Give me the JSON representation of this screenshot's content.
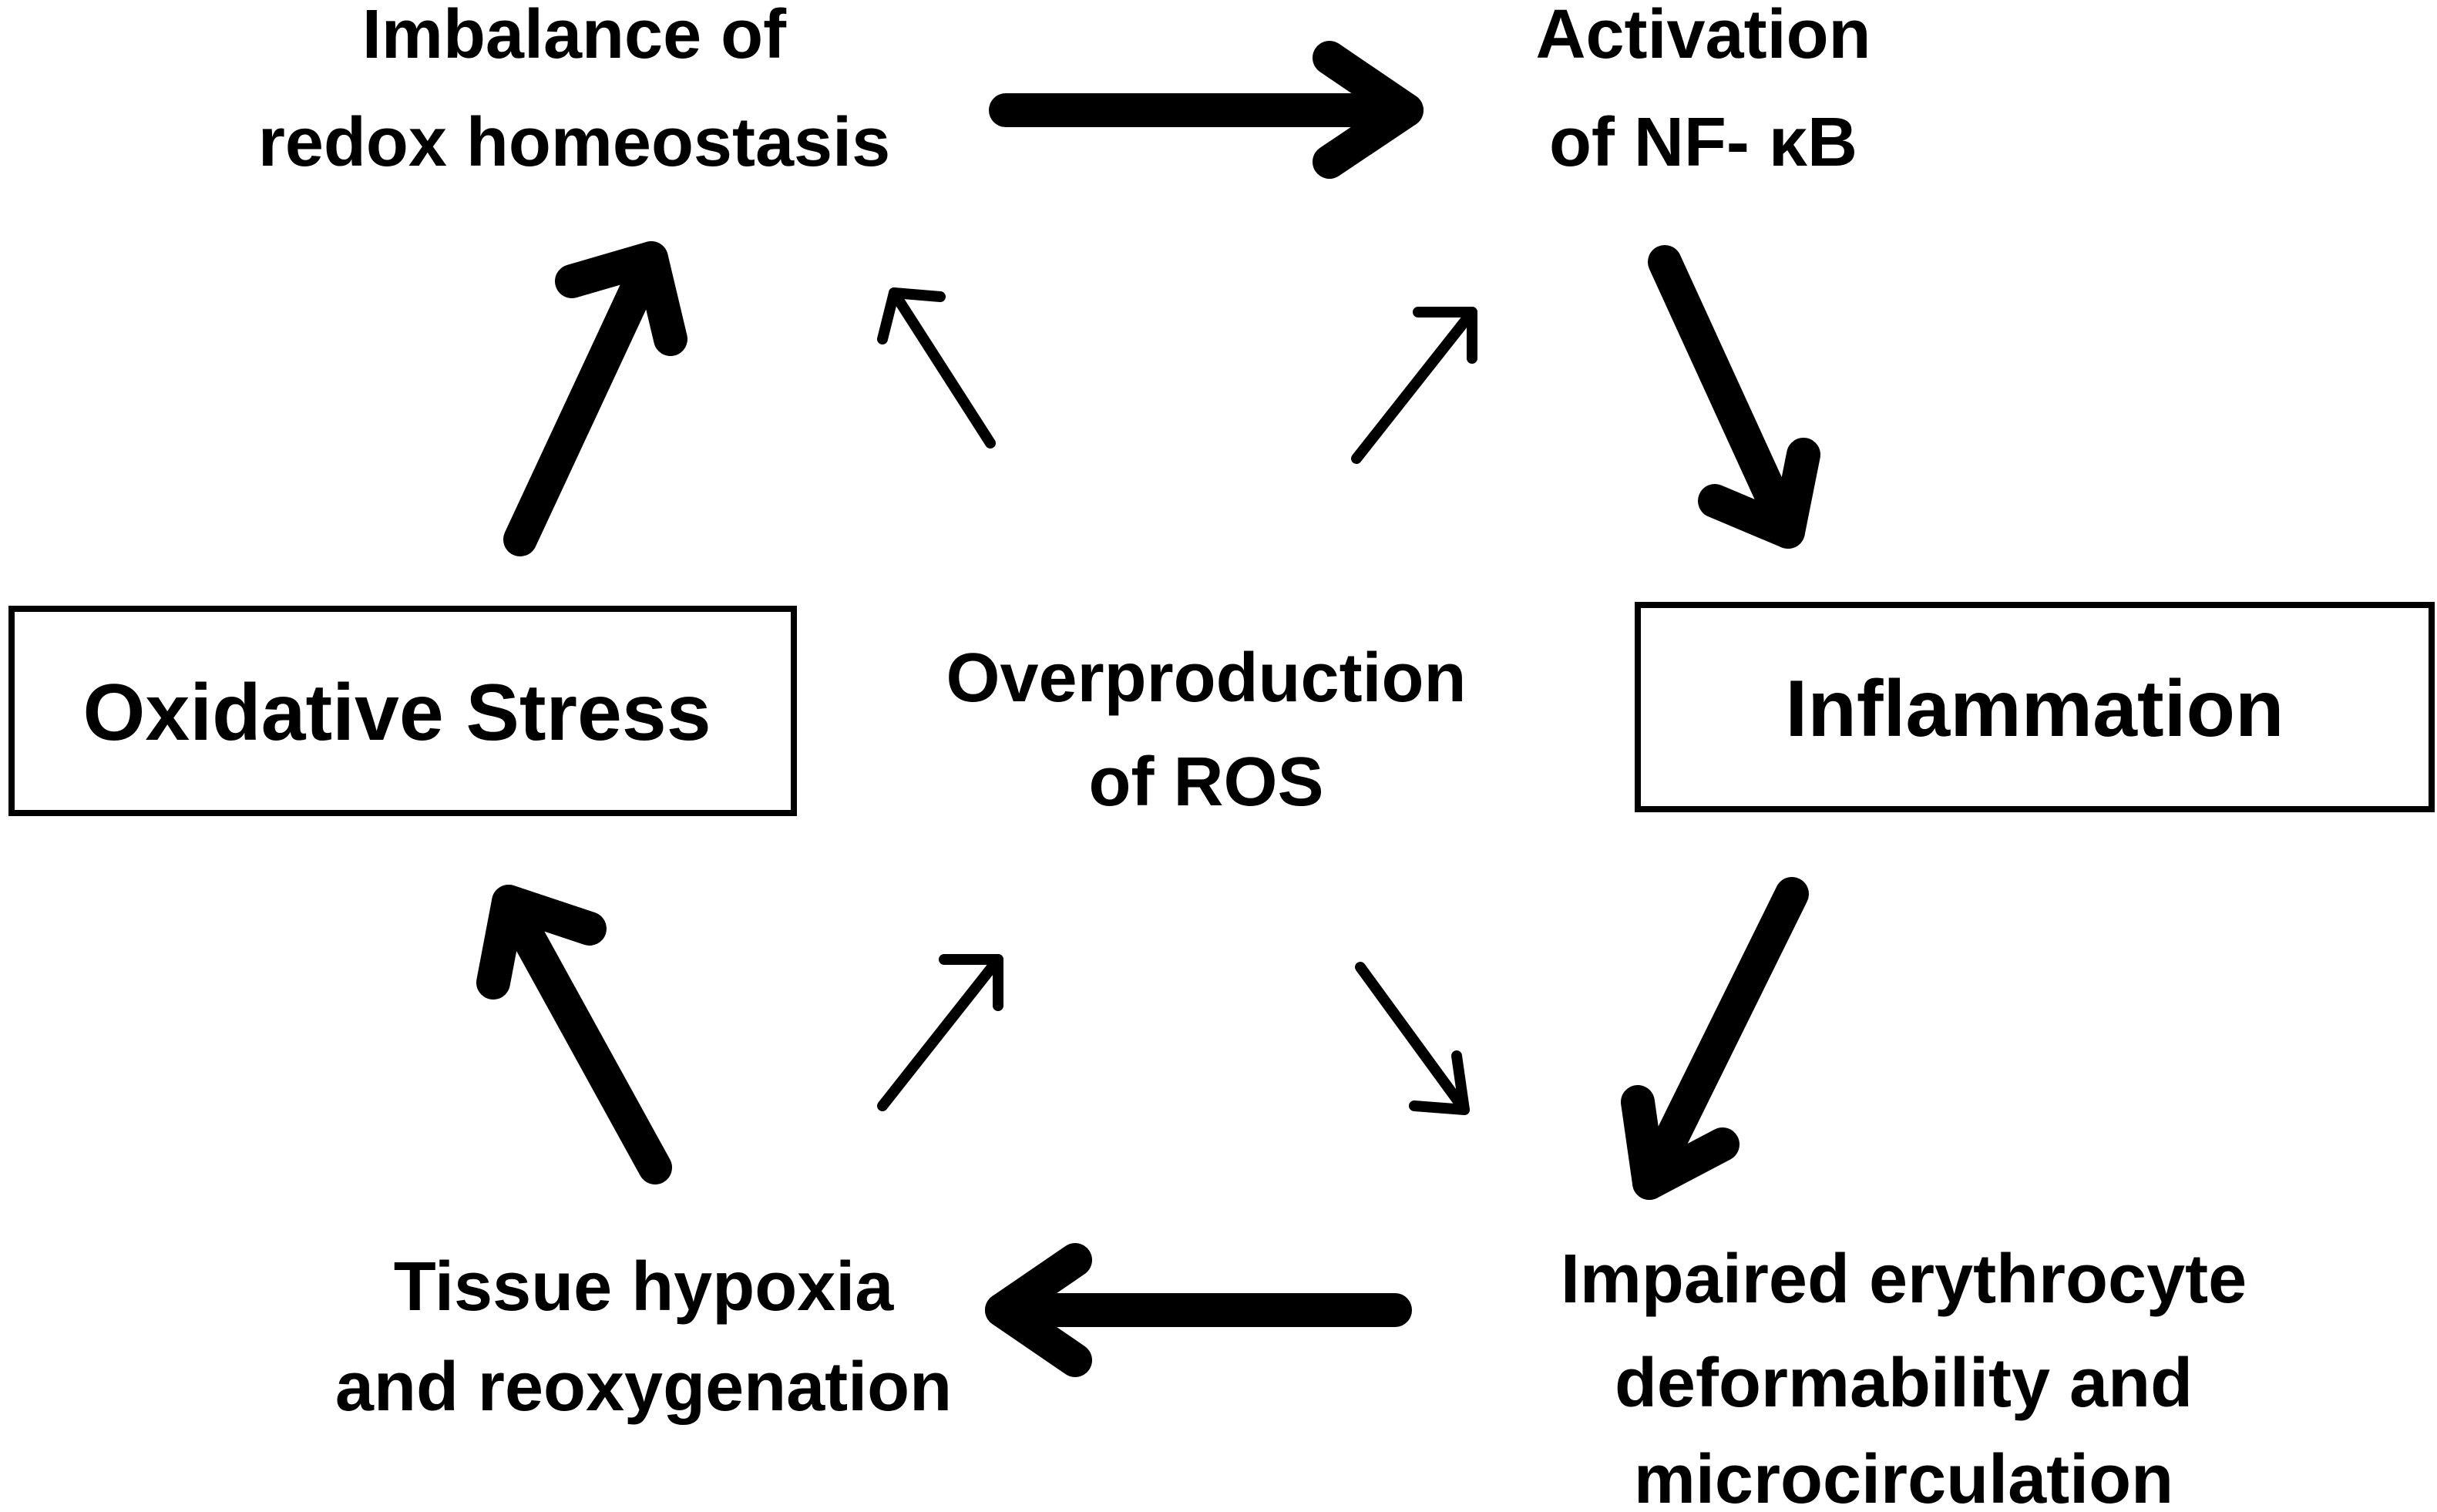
{
  "diagram": {
    "nodes": {
      "oxidative_stress": "Oxidative Stress",
      "inflammation": "Inflammation",
      "center": {
        "line1": "Overproduction",
        "line2": "of ROS"
      },
      "redox": {
        "line1": "Imbalance of",
        "line2": "redox homeostasis"
      },
      "nfkb": {
        "line1": "Activation",
        "line2": "of NF- κB"
      },
      "erythrocyte": {
        "line1": "Impaired erythrocyte",
        "line2": "deformability and",
        "line3": "microcirculation"
      },
      "hypoxia": {
        "line1": "Tissue hypoxia",
        "line2": "and reoxygenation"
      }
    },
    "edges": [
      {
        "from": "oxidative_stress",
        "to": "redox",
        "weight": "thick"
      },
      {
        "from": "redox",
        "to": "nfkb",
        "weight": "thick"
      },
      {
        "from": "nfkb",
        "to": "inflammation",
        "weight": "thick"
      },
      {
        "from": "inflammation",
        "to": "erythrocyte",
        "weight": "thick"
      },
      {
        "from": "erythrocyte",
        "to": "hypoxia",
        "weight": "thick"
      },
      {
        "from": "hypoxia",
        "to": "oxidative_stress",
        "weight": "thick"
      },
      {
        "from": "center",
        "to": "redox",
        "weight": "thin"
      },
      {
        "from": "center",
        "to": "nfkb",
        "weight": "thin"
      },
      {
        "from": "center",
        "to": "erythrocyte",
        "weight": "thin"
      },
      {
        "from": "hypoxia",
        "to": "center",
        "weight": "thin"
      }
    ]
  }
}
